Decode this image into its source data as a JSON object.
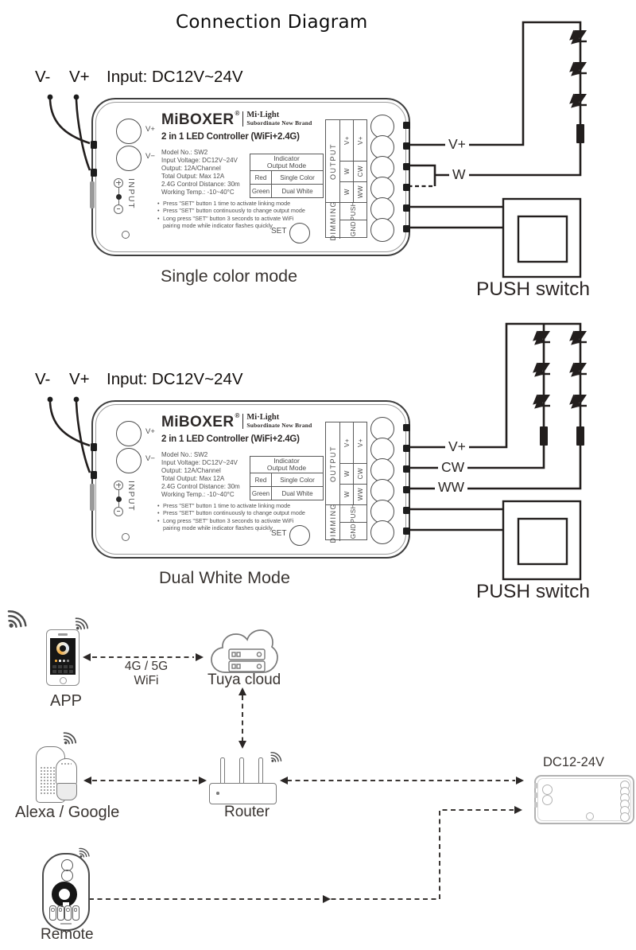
{
  "title": "Connection Diagram",
  "section1": {
    "v_minus": "V-",
    "v_plus": "V+",
    "input_label": "Input: DC12V~24V",
    "mode_label": "Single color mode",
    "push_label": "PUSH switch",
    "wire_v_plus": "V+",
    "wire_w": "W"
  },
  "section2": {
    "v_minus": "V-",
    "v_plus": "V+",
    "input_label": "Input: DC12V~24V",
    "mode_label": "Dual White Mode",
    "push_label": "PUSH switch",
    "wire_v_plus": "V+",
    "wire_cw": "CW",
    "wire_ww": "WW"
  },
  "controller": {
    "brand": "MiBOXER",
    "reg": "®",
    "sub_brand_line1": "Mi·Light",
    "sub_brand_line2": "Subordinate New Brand",
    "product_title": "2 in 1 LED Controller (WiFi+2.4G)",
    "port_v_plus": "V+",
    "port_v_minus": "V−",
    "input_label": "INPUT",
    "specs": [
      "Model No.: SW2",
      "Input Voltage: DC12V~24V",
      "Output: 12A/Channel",
      "Total Output: Max 12A",
      "2.4G Control Distance: 30m",
      "Working Temp.: -10~40°C"
    ],
    "indicator": {
      "header_line1": "Indicator",
      "header_line2": "Output Mode",
      "rows": [
        {
          "led": "Red",
          "mode": "Single Color"
        },
        {
          "led": "Green",
          "mode": "Dual White"
        }
      ]
    },
    "bullets": [
      "Press \"SET\" button 1 time to activate linking mode",
      "Press \"SET\" button continuously to change output mode",
      "Long press \"SET\" button 3 seconds to activate WiFi pairing mode while indicator flashes quickly"
    ],
    "set_label": "SET",
    "terminals": {
      "output": "OUTPUT",
      "dimming": "DIMMING",
      "row_vplus_a": "V+",
      "row_vplus_b": "V+",
      "row_w1_a": "W",
      "row_w1_b": "CW",
      "row_w2_a": "W",
      "row_w2_b": "WW",
      "push": "PUSH",
      "gnd": "GND"
    }
  },
  "iot": {
    "app_label": "APP",
    "conn_line1": "4G / 5G",
    "conn_line2": "WiFi",
    "cloud_label": "Tuya cloud",
    "speakers_label": "Alexa / Google",
    "router_label": "Router",
    "power_label": "DC12-24V",
    "remote_label": "Remote"
  },
  "colors": {
    "line": "#221e1d",
    "device_border": "#3e3e3e",
    "gray_device": "#b2b2b2"
  }
}
